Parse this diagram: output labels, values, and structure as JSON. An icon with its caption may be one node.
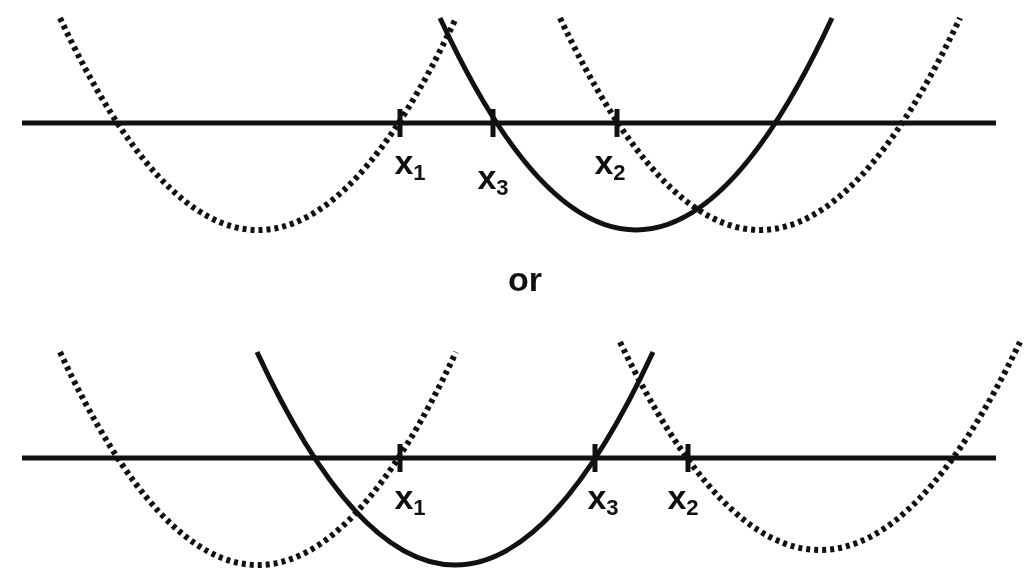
{
  "diagram": {
    "labels": [
      "x$_{1}$",
      "x$_{3}$",
      "x$_{2}$",
      "or",
      "x$_{1}$",
      "x$_{3}$",
      "x$_{2}$"
    ]
  }
}
